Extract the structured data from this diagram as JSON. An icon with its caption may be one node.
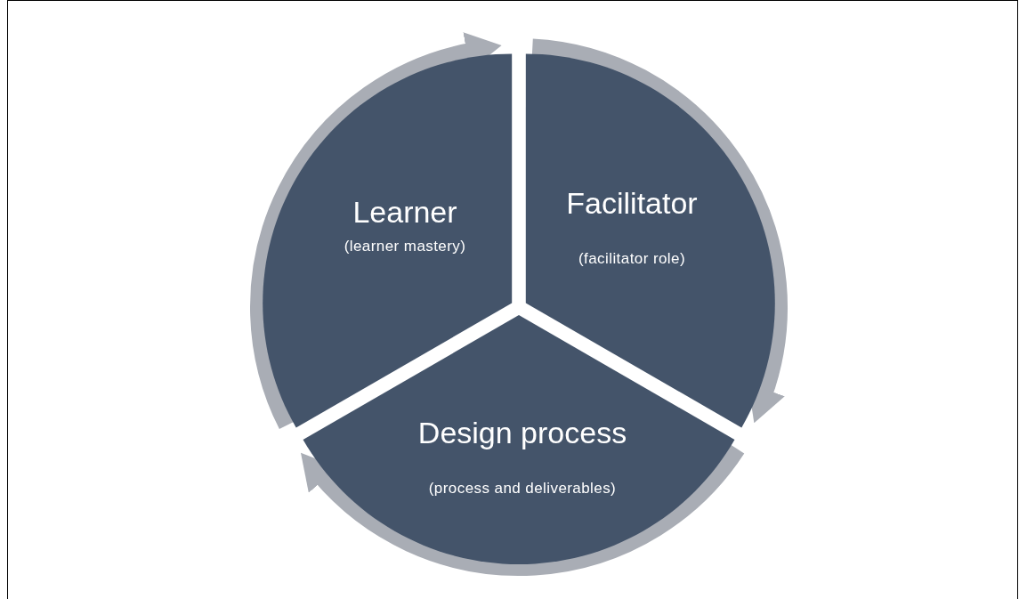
{
  "diagram": {
    "nodes": [
      {
        "text": [
          "Learner",
          "(learner mastery)"
        ]
      },
      {
        "text": [
          "Facilitator",
          "(facilitator role)"
        ]
      },
      {
        "text": [
          "Design process",
          "(process and deliverables)"
        ]
      }
    ],
    "edges": [
      {
        "from": 0,
        "to": 1,
        "arrow": "to"
      },
      {
        "from": 1,
        "to": 2,
        "arrow": "to"
      },
      {
        "from": 2,
        "to": 0,
        "arrow": "to"
      }
    ]
  }
}
